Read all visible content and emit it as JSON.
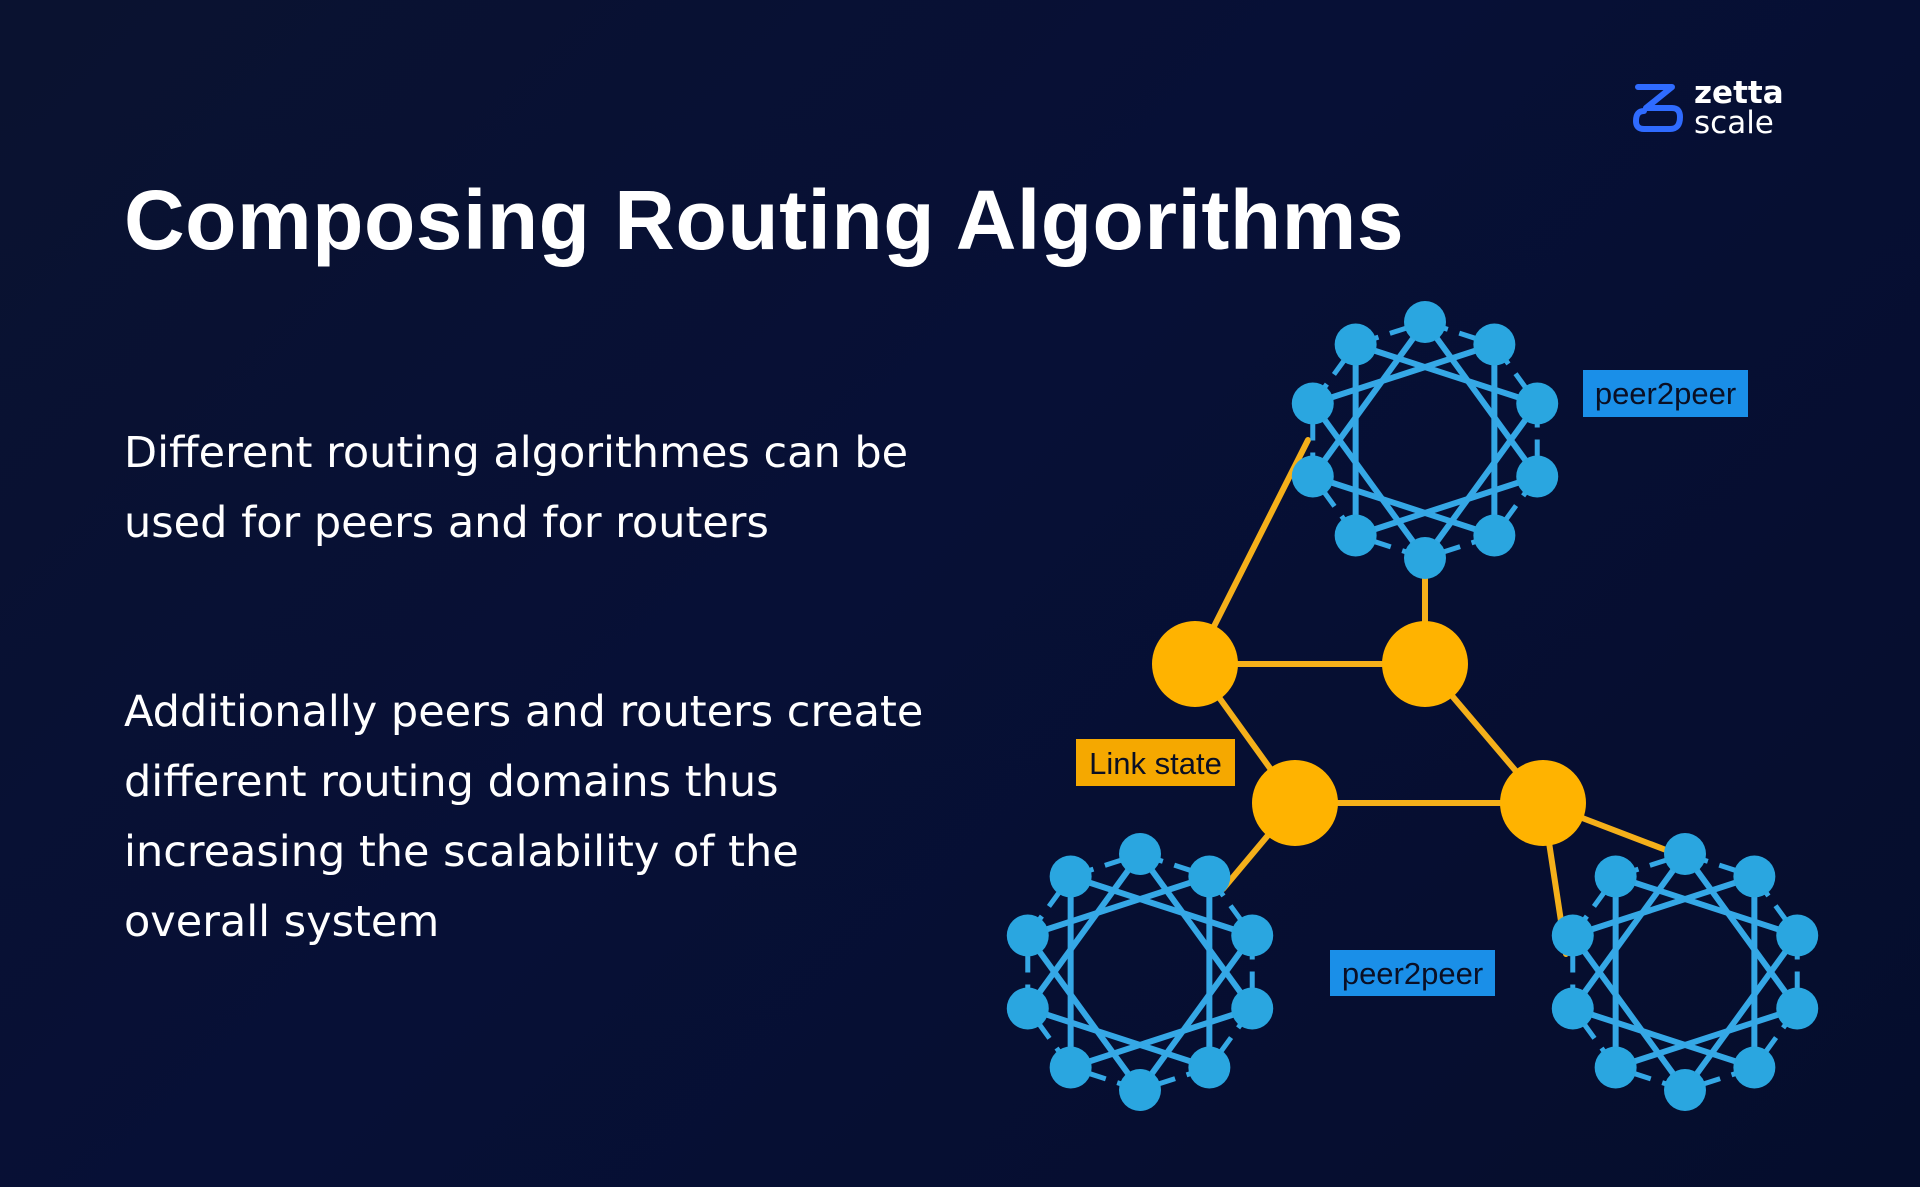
{
  "slide": {
    "title": "Composing Routing Algorithms",
    "paragraphs": [
      "Different routing algorithmes can be used for peers and for routers",
      "Additionally peers and routers create different routing domains thus increasing the scalability of the overall system"
    ]
  },
  "logo": {
    "line1": "zetta",
    "line2": "scale",
    "icon": "zettascale-mark-icon"
  },
  "diagram": {
    "labels": {
      "peer2peer_top": "peer2peer",
      "peer2peer_bottom": "peer2peer",
      "link_state": "Link state"
    },
    "colors": {
      "peer_node": "#2aa6e0",
      "peer_edge": "#35a8e6",
      "router_node": "#ffb300",
      "router_edge": "#f5b01a",
      "peer_label_bg": "#1a8fe8",
      "link_label_bg": "#f5a800",
      "label_text": "#0a0f24"
    }
  }
}
